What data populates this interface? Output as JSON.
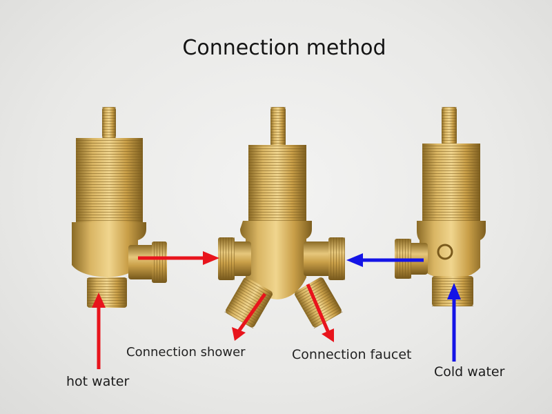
{
  "title": "Connection method",
  "labels": {
    "connection_shower": "Connection shower",
    "connection_faucet": "Connection faucet",
    "hot_water": "hot water",
    "cold_water": "Cold water"
  },
  "colors": {
    "hot_arrow": "#e8141c",
    "cold_arrow": "#1414e6",
    "brass": "#c9a24a"
  }
}
